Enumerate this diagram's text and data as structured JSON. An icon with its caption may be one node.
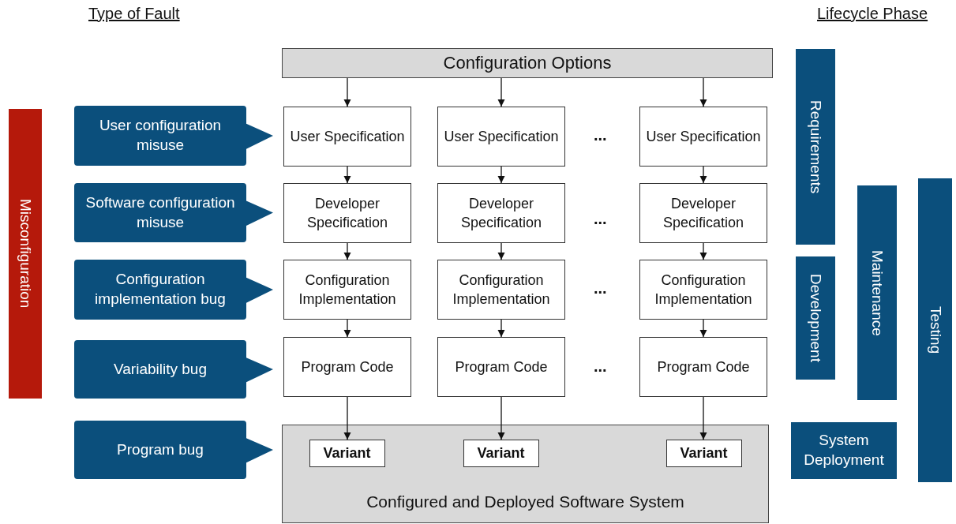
{
  "diagram": {
    "nodes": [
      {
        "text": [
          "Configuration Options"
        ]
      },
      {
        "text": [
          "User Specification"
        ]
      },
      {
        "text": [
          "User Specification"
        ]
      },
      {
        "text": [
          "User Specification"
        ]
      },
      {
        "text": [
          "Developer Specification"
        ]
      },
      {
        "text": [
          "Developer Specification"
        ]
      },
      {
        "text": [
          "Developer Specification"
        ]
      },
      {
        "text": [
          "Configuration Implementation"
        ]
      },
      {
        "text": [
          "Configuration Implementation"
        ]
      },
      {
        "text": [
          "Configuration Implementation"
        ]
      },
      {
        "text": [
          "Program Code"
        ]
      },
      {
        "text": [
          "Program Code"
        ]
      },
      {
        "text": [
          "Program Code"
        ]
      },
      {
        "text": [
          "Configured and Deployed Software System"
        ]
      },
      {
        "text": [
          "Variant"
        ],
        "in": 13
      },
      {
        "text": [
          "Variant"
        ],
        "in": 13
      },
      {
        "text": [
          "Variant"
        ],
        "in": 13
      },
      {
        "text": [
          "User configuration misuse"
        ]
      },
      {
        "text": [
          "Software configuration misuse"
        ]
      },
      {
        "text": [
          "Configuration implementation bug"
        ]
      },
      {
        "text": [
          "Variability bug"
        ]
      },
      {
        "text": [
          "Program bug"
        ]
      },
      {
        "text": [
          "Misconfiguration"
        ]
      },
      {
        "text": [
          "Requirements"
        ]
      },
      {
        "text": [
          "Development"
        ]
      },
      {
        "text": [
          "Maintenance"
        ]
      },
      {
        "text": [
          "Testing"
        ]
      },
      {
        "text": [
          "System Deployment"
        ]
      }
    ],
    "edges": [
      {
        "from": 0,
        "to": 1,
        "arrow": "to"
      },
      {
        "from": 0,
        "to": 2,
        "arrow": "to"
      },
      {
        "from": 0,
        "to": 3,
        "arrow": "to"
      },
      {
        "from": 1,
        "to": 4,
        "arrow": "to"
      },
      {
        "from": 2,
        "to": 5,
        "arrow": "to"
      },
      {
        "from": 3,
        "to": 6,
        "arrow": "to"
      },
      {
        "from": 4,
        "to": 7,
        "arrow": "to"
      },
      {
        "from": 5,
        "to": 8,
        "arrow": "to"
      },
      {
        "from": 6,
        "to": 9,
        "arrow": "to"
      },
      {
        "from": 7,
        "to": 10,
        "arrow": "to"
      },
      {
        "from": 8,
        "to": 11,
        "arrow": "to"
      },
      {
        "from": 9,
        "to": 12,
        "arrow": "to"
      },
      {
        "from": 10,
        "to": 14,
        "arrow": "to"
      },
      {
        "from": 11,
        "to": 15,
        "arrow": "to"
      },
      {
        "from": 12,
        "to": 16,
        "arrow": "to"
      }
    ],
    "labels": [
      "Type of Fault",
      "Lifecycle Phase",
      "...",
      "...",
      "...",
      "..."
    ]
  }
}
